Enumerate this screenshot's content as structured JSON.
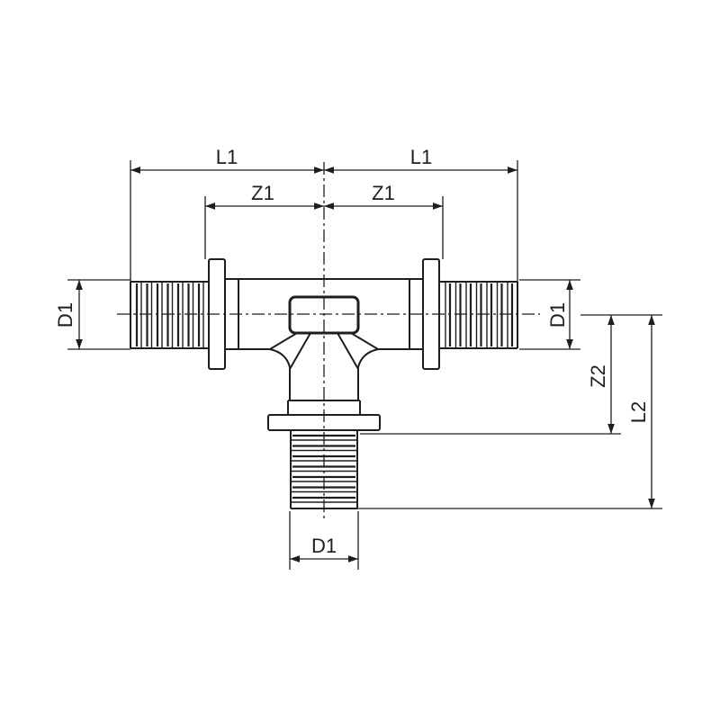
{
  "drawing": {
    "subject": "Tee fitting with three barbed press ends",
    "line_color": "#1e1e1e",
    "background": "#ffffff"
  },
  "dimensions": {
    "l1_left": "L1",
    "l1_right": "L1",
    "z1_left": "Z1",
    "z1_right": "Z1",
    "d1_left": "D1",
    "d1_right": "D1",
    "d1_bottom": "D1",
    "z2": "Z2",
    "l2": "L2"
  }
}
